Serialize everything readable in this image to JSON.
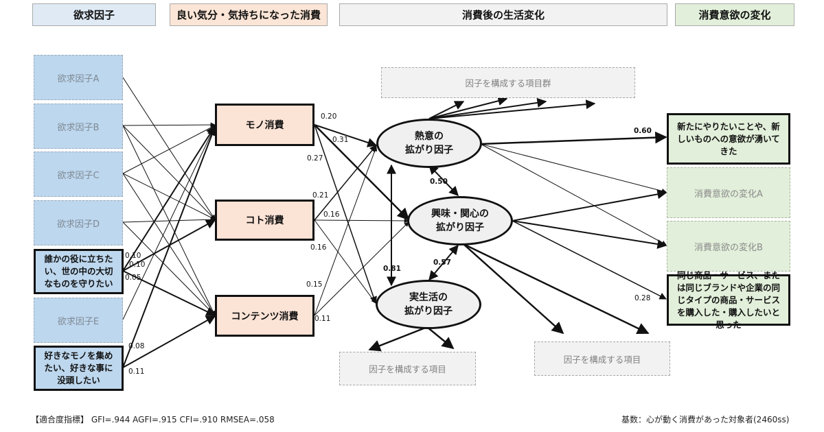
{
  "headers": {
    "desire": "欲求因子",
    "consumption": "良い気分・気持ちになった消費",
    "life_change": "消費後の生活変化",
    "motivation_change": "消費意欲の変化"
  },
  "colors": {
    "desire_fill": "#bdd7ee",
    "consumption_fill": "#fbe3d6",
    "item_fill": "#f2f2f2",
    "outcome_fill": "#e2efda",
    "factor_fill": "#f0f0f0"
  },
  "desire_factors": [
    {
      "id": "A",
      "label": "欲求因子A",
      "highlight": false
    },
    {
      "id": "B",
      "label": "欲求因子B",
      "highlight": false
    },
    {
      "id": "C",
      "label": "欲求因子C",
      "highlight": false
    },
    {
      "id": "D",
      "label": "欲求因子D",
      "highlight": false
    },
    {
      "id": "help",
      "label": "誰かの役に立ちたい、世の中の大切なものを守りたい",
      "highlight": true
    },
    {
      "id": "E",
      "label": "欲求因子E",
      "highlight": false
    },
    {
      "id": "collect",
      "label": "好きなモノを集めたい、好きな事に没頭したい",
      "highlight": true
    }
  ],
  "consumption_types": [
    {
      "id": "mono",
      "label": "モノ消費"
    },
    {
      "id": "koto",
      "label": "コト消費"
    },
    {
      "id": "contents",
      "label": "コンテンツ消費"
    }
  ],
  "latent_factors": [
    {
      "id": "passion",
      "label": "熱意の\n拡がり因子"
    },
    {
      "id": "interest",
      "label": "興味・関心の\n拡がり因子"
    },
    {
      "id": "reallife",
      "label": "実生活の\n拡がり因子"
    }
  ],
  "item_boxes": {
    "top": "因子を構成する項目群",
    "bottom_left": "因子を構成する項目",
    "bottom_right": "因子を構成する項目"
  },
  "outcomes": [
    {
      "id": "new",
      "label": "新たにやりたいことや、新しいものへの意欲が湧いてきた",
      "highlight": true
    },
    {
      "id": "A",
      "label": "消費意欲の変化A",
      "highlight": false
    },
    {
      "id": "B",
      "label": "消費意欲の変化B",
      "highlight": false
    },
    {
      "id": "same",
      "label": "同じ商品・サービス、または同じブランドや企業の同じタイプの商品・サービスを購入した・購入したいと思った",
      "highlight": true
    }
  ],
  "coefficients": {
    "help_1": "0.10",
    "help_2": "0.10",
    "help_3": "0.05",
    "collect_1": "0.08",
    "collect_2": "0.11",
    "mono_passion": "0.20",
    "mono_interest": "0.31",
    "mono_reallife": "0.27",
    "koto_passion": "0.21",
    "koto_interest": "0.16",
    "koto_reallife": "0.16",
    "contents_passion": "0.15",
    "contents_interest": "0.11",
    "passion_interest": "0.50",
    "interest_reallife": "0.57",
    "passion_reallife": "0.81",
    "passion_new": "0.60",
    "interest_same": "0.28"
  },
  "footer": {
    "fit_indices": "【適合度指標】 GFI=.944 AGFI=.915 CFI=.910 RMSEA=.058",
    "base": "基数：心が動く消費があった対象者(2460ss)"
  }
}
